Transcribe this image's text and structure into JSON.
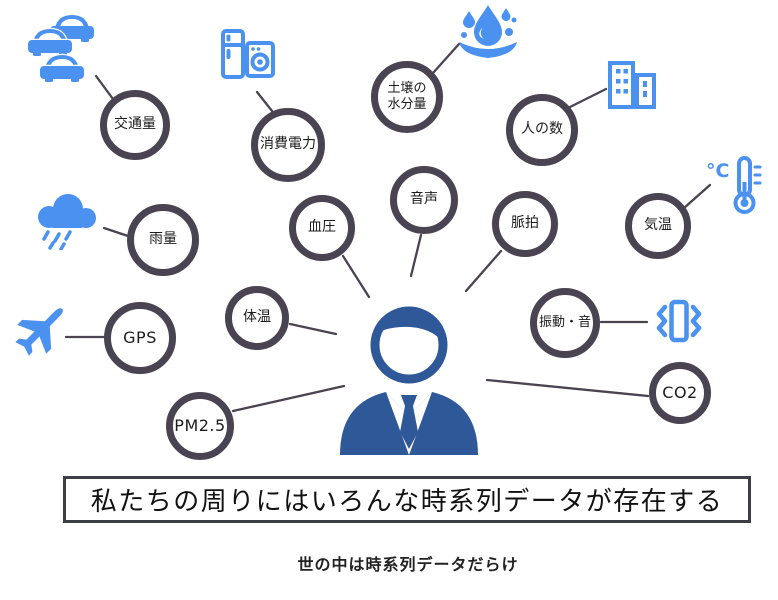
{
  "banner": {
    "text": "私たちの周りにはいろんな時系列データが存在する"
  },
  "caption": {
    "text": "世の中は時系列データだらけ"
  },
  "nodes": {
    "traffic": {
      "label": "交通量",
      "icon": "cars-icon"
    },
    "power": {
      "label": "消費電力",
      "icon": "appliances-icon"
    },
    "soil": {
      "line1": "土壌の",
      "line2": "水分量",
      "icon": "water-drop-icon"
    },
    "people": {
      "label": "人の数",
      "icon": "buildings-icon"
    },
    "rain": {
      "label": "雨量",
      "icon": "rain-cloud-icon"
    },
    "blood_pressure": {
      "label": "血圧"
    },
    "voice": {
      "label": "音声"
    },
    "pulse": {
      "label": "脈拍"
    },
    "temperature": {
      "label": "気温",
      "icon": "thermometer-icon"
    },
    "gps": {
      "label": "GPS",
      "icon": "airplane-icon"
    },
    "body_temp": {
      "label": "体温"
    },
    "vibration": {
      "label": "振動・音",
      "icon": "vibrating-phone-icon"
    },
    "co2": {
      "label": "CO2"
    },
    "pm25": {
      "label": "PM2.5"
    }
  },
  "center": {
    "icon": "businessman-icon"
  },
  "colors": {
    "icon_blue": "#4a91f0",
    "person_blue": "#2f5899",
    "circle_border": "#4a4352",
    "connector": "#4a4352",
    "banner_border": "#3e3e48",
    "text": "#1c1c1c"
  }
}
